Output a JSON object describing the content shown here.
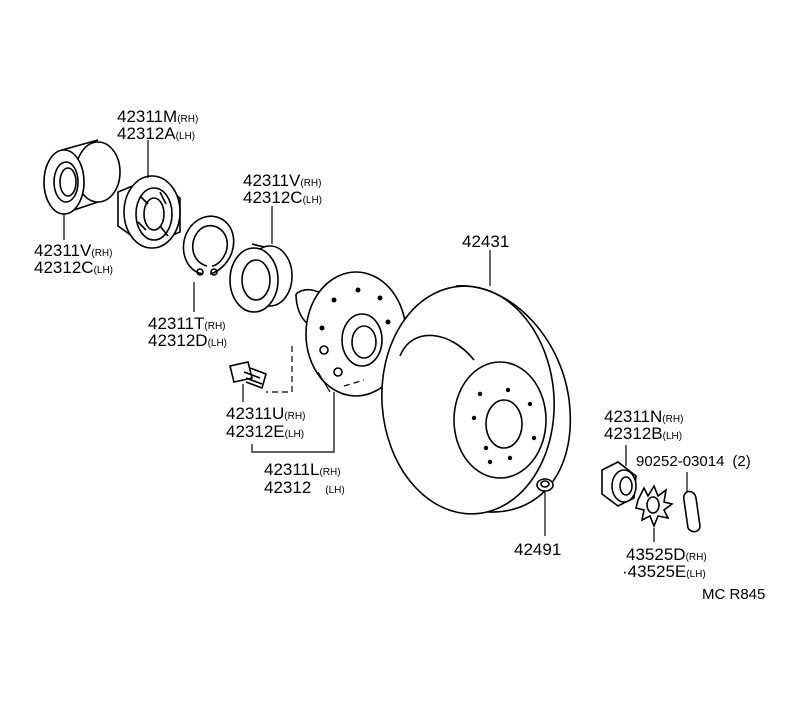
{
  "labels": {
    "bearing_outer_main": {
      "pn": "42311M",
      "sub": "(RH)"
    },
    "bearing_outer_main2": {
      "pn": "42312A",
      "sub": "(LH)"
    },
    "race_left": {
      "pn": "42311V",
      "sub": "(RH)"
    },
    "race_left2": {
      "pn": "42312C",
      "sub": "(LH)"
    },
    "race_right": {
      "pn": "42311V",
      "sub": "(RH)"
    },
    "race_right2": {
      "pn": "42312C",
      "sub": "(LH)"
    },
    "snap_ring": {
      "pn": "42311T",
      "sub": "(RH)"
    },
    "snap_ring2": {
      "pn": "42312D",
      "sub": "(LH)"
    },
    "hub_bolt": {
      "pn": "42311U",
      "sub": "(RH)"
    },
    "hub_bolt2": {
      "pn": "42312E",
      "sub": "(LH)"
    },
    "axle_hub": {
      "pn": "42311L",
      "sub": "(RH)"
    },
    "axle_hub2": {
      "pn": "42312",
      "sub": "(LH)"
    },
    "disc": {
      "pn": "42431"
    },
    "disc_screw": {
      "pn": "42491"
    },
    "hub_nut": {
      "pn": "42311N",
      "sub": "(RH)"
    },
    "hub_nut2": {
      "pn": "42312B",
      "sub": "(LH)"
    },
    "cotter_pin": {
      "pn": "90252-03014",
      "qty": "(2)"
    },
    "nut_lock": {
      "pn": "43525D",
      "sub": "(RH)"
    },
    "nut_lock2": {
      "pn": "·43525E",
      "sub": "(LH)"
    }
  },
  "caption": "MC R845"
}
